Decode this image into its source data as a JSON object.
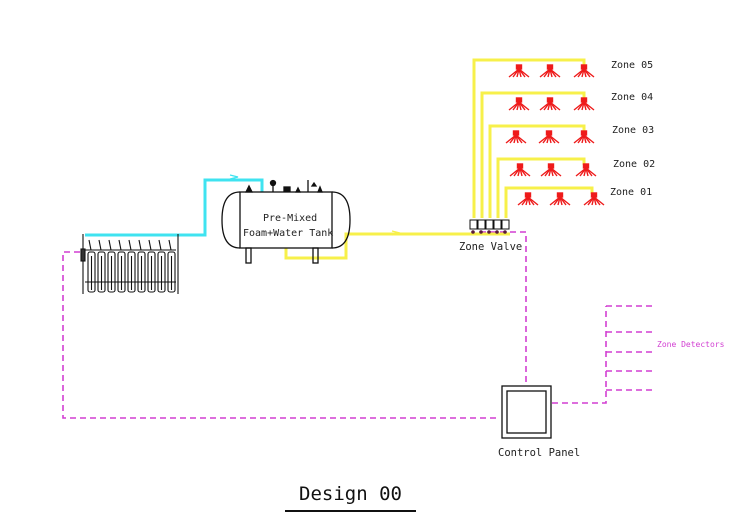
{
  "diagram": {
    "title": "Design 00",
    "tank": {
      "line1": "Pre-Mixed",
      "line2": "Foam+Water Tank"
    },
    "zone_valve_label": "Zone Valve",
    "control_panel_label": "Control Panel",
    "zone_detectors_label": "Zone Detectors",
    "zones": [
      {
        "label": "Zone 05",
        "sprinklers": 3
      },
      {
        "label": "Zone 04",
        "sprinklers": 3
      },
      {
        "label": "Zone 03",
        "sprinklers": 3
      },
      {
        "label": "Zone 02",
        "sprinklers": 3
      },
      {
        "label": "Zone 01",
        "sprinklers": 3
      }
    ],
    "detector_lines": 5,
    "cylinder_count": 9,
    "colors": {
      "supply_pipe": "#3fe3f0",
      "foam_pipe": "#f7f04a",
      "signal_wire": "#d23fd2",
      "sprinkler": "#ee1b1b",
      "outline": "#111111"
    }
  }
}
